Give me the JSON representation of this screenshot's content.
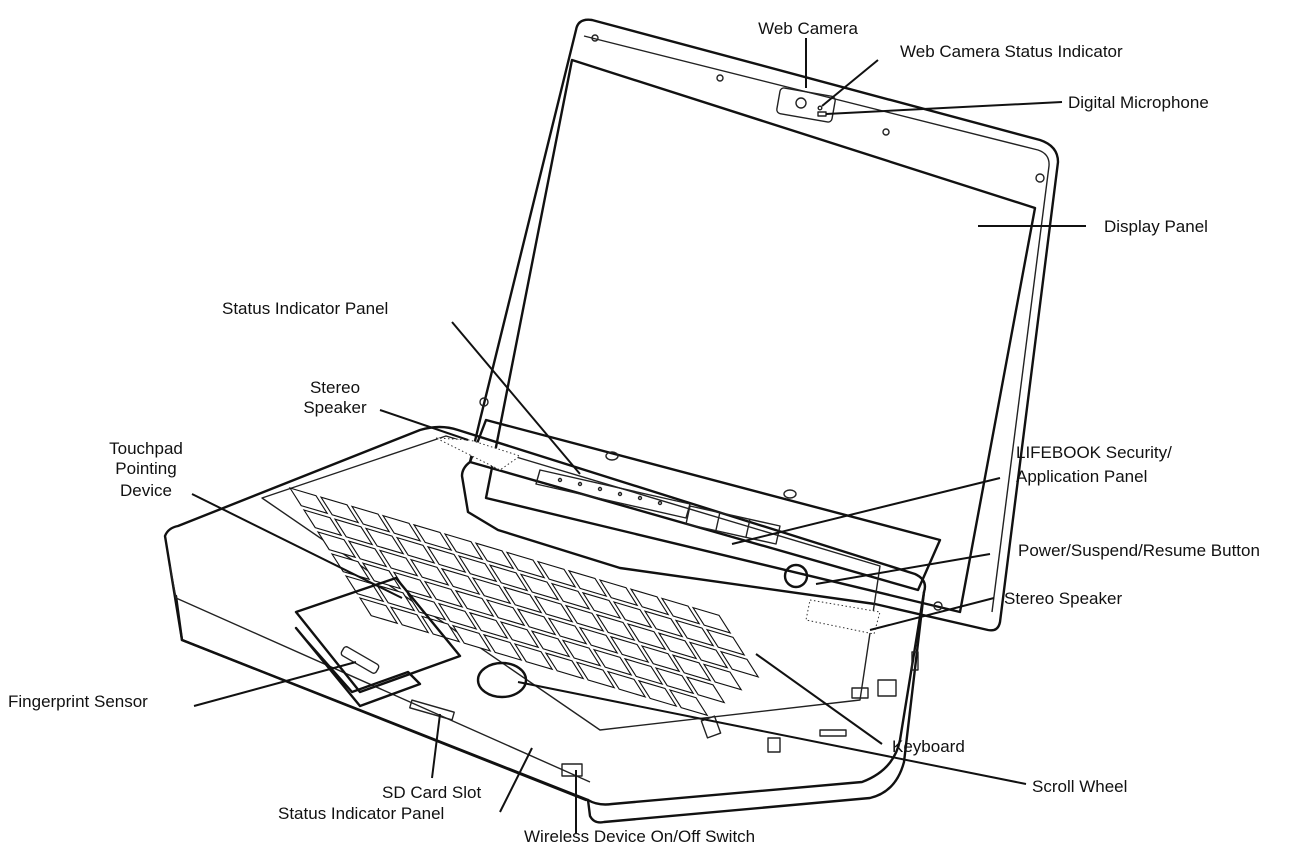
{
  "labels": {
    "web_camera": "Web Camera",
    "web_camera_status_indicator": "Web Camera Status Indicator",
    "digital_microphone": "Digital Microphone",
    "display_panel": "Display Panel",
    "status_indicator_panel_top": "Status Indicator Panel",
    "stereo_speaker_left_line1": "Stereo",
    "stereo_speaker_left_line2": "Speaker",
    "touchpad_line1": "Touchpad",
    "touchpad_line2": "Pointing",
    "touchpad_line3": "Device",
    "lifebook_line1": "LIFEBOOK Security/",
    "lifebook_line2": "Application Panel",
    "power_button": "Power/Suspend/Resume Button",
    "stereo_speaker_right": "Stereo Speaker",
    "fingerprint_sensor": "Fingerprint Sensor",
    "keyboard": "Keyboard",
    "sd_card_slot": "SD Card Slot",
    "scroll_wheel": "Scroll Wheel",
    "status_indicator_panel_bottom": "Status Indicator Panel",
    "wireless_switch": "Wireless Device On/Off Switch"
  },
  "colors": {
    "ink": "#111111",
    "background": "#ffffff"
  }
}
